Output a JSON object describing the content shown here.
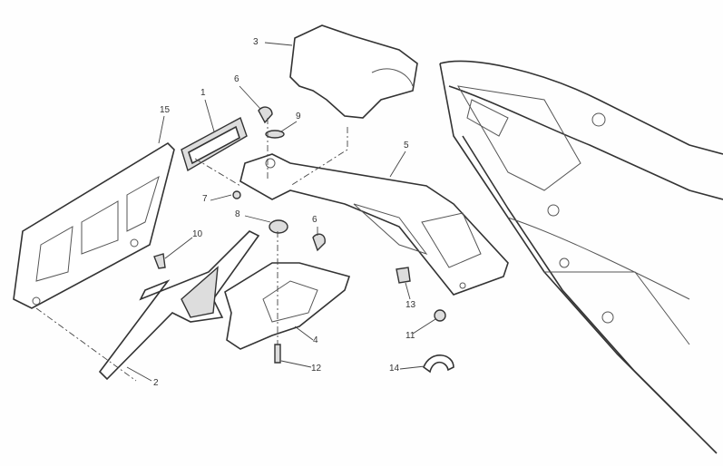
{
  "diagram": {
    "type": "exploded-parts-diagram",
    "callouts": [
      {
        "id": "3",
        "label": "3"
      },
      {
        "id": "1",
        "label": "1"
      },
      {
        "id": "6a",
        "label": "6"
      },
      {
        "id": "9",
        "label": "9"
      },
      {
        "id": "15",
        "label": "15"
      },
      {
        "id": "7",
        "label": "7"
      },
      {
        "id": "8",
        "label": "8"
      },
      {
        "id": "6b",
        "label": "6"
      },
      {
        "id": "5",
        "label": "5"
      },
      {
        "id": "10",
        "label": "10"
      },
      {
        "id": "2",
        "label": "2"
      },
      {
        "id": "4",
        "label": "4"
      },
      {
        "id": "12",
        "label": "12"
      },
      {
        "id": "13",
        "label": "13"
      },
      {
        "id": "11",
        "label": "11"
      },
      {
        "id": "14",
        "label": "14"
      }
    ]
  }
}
